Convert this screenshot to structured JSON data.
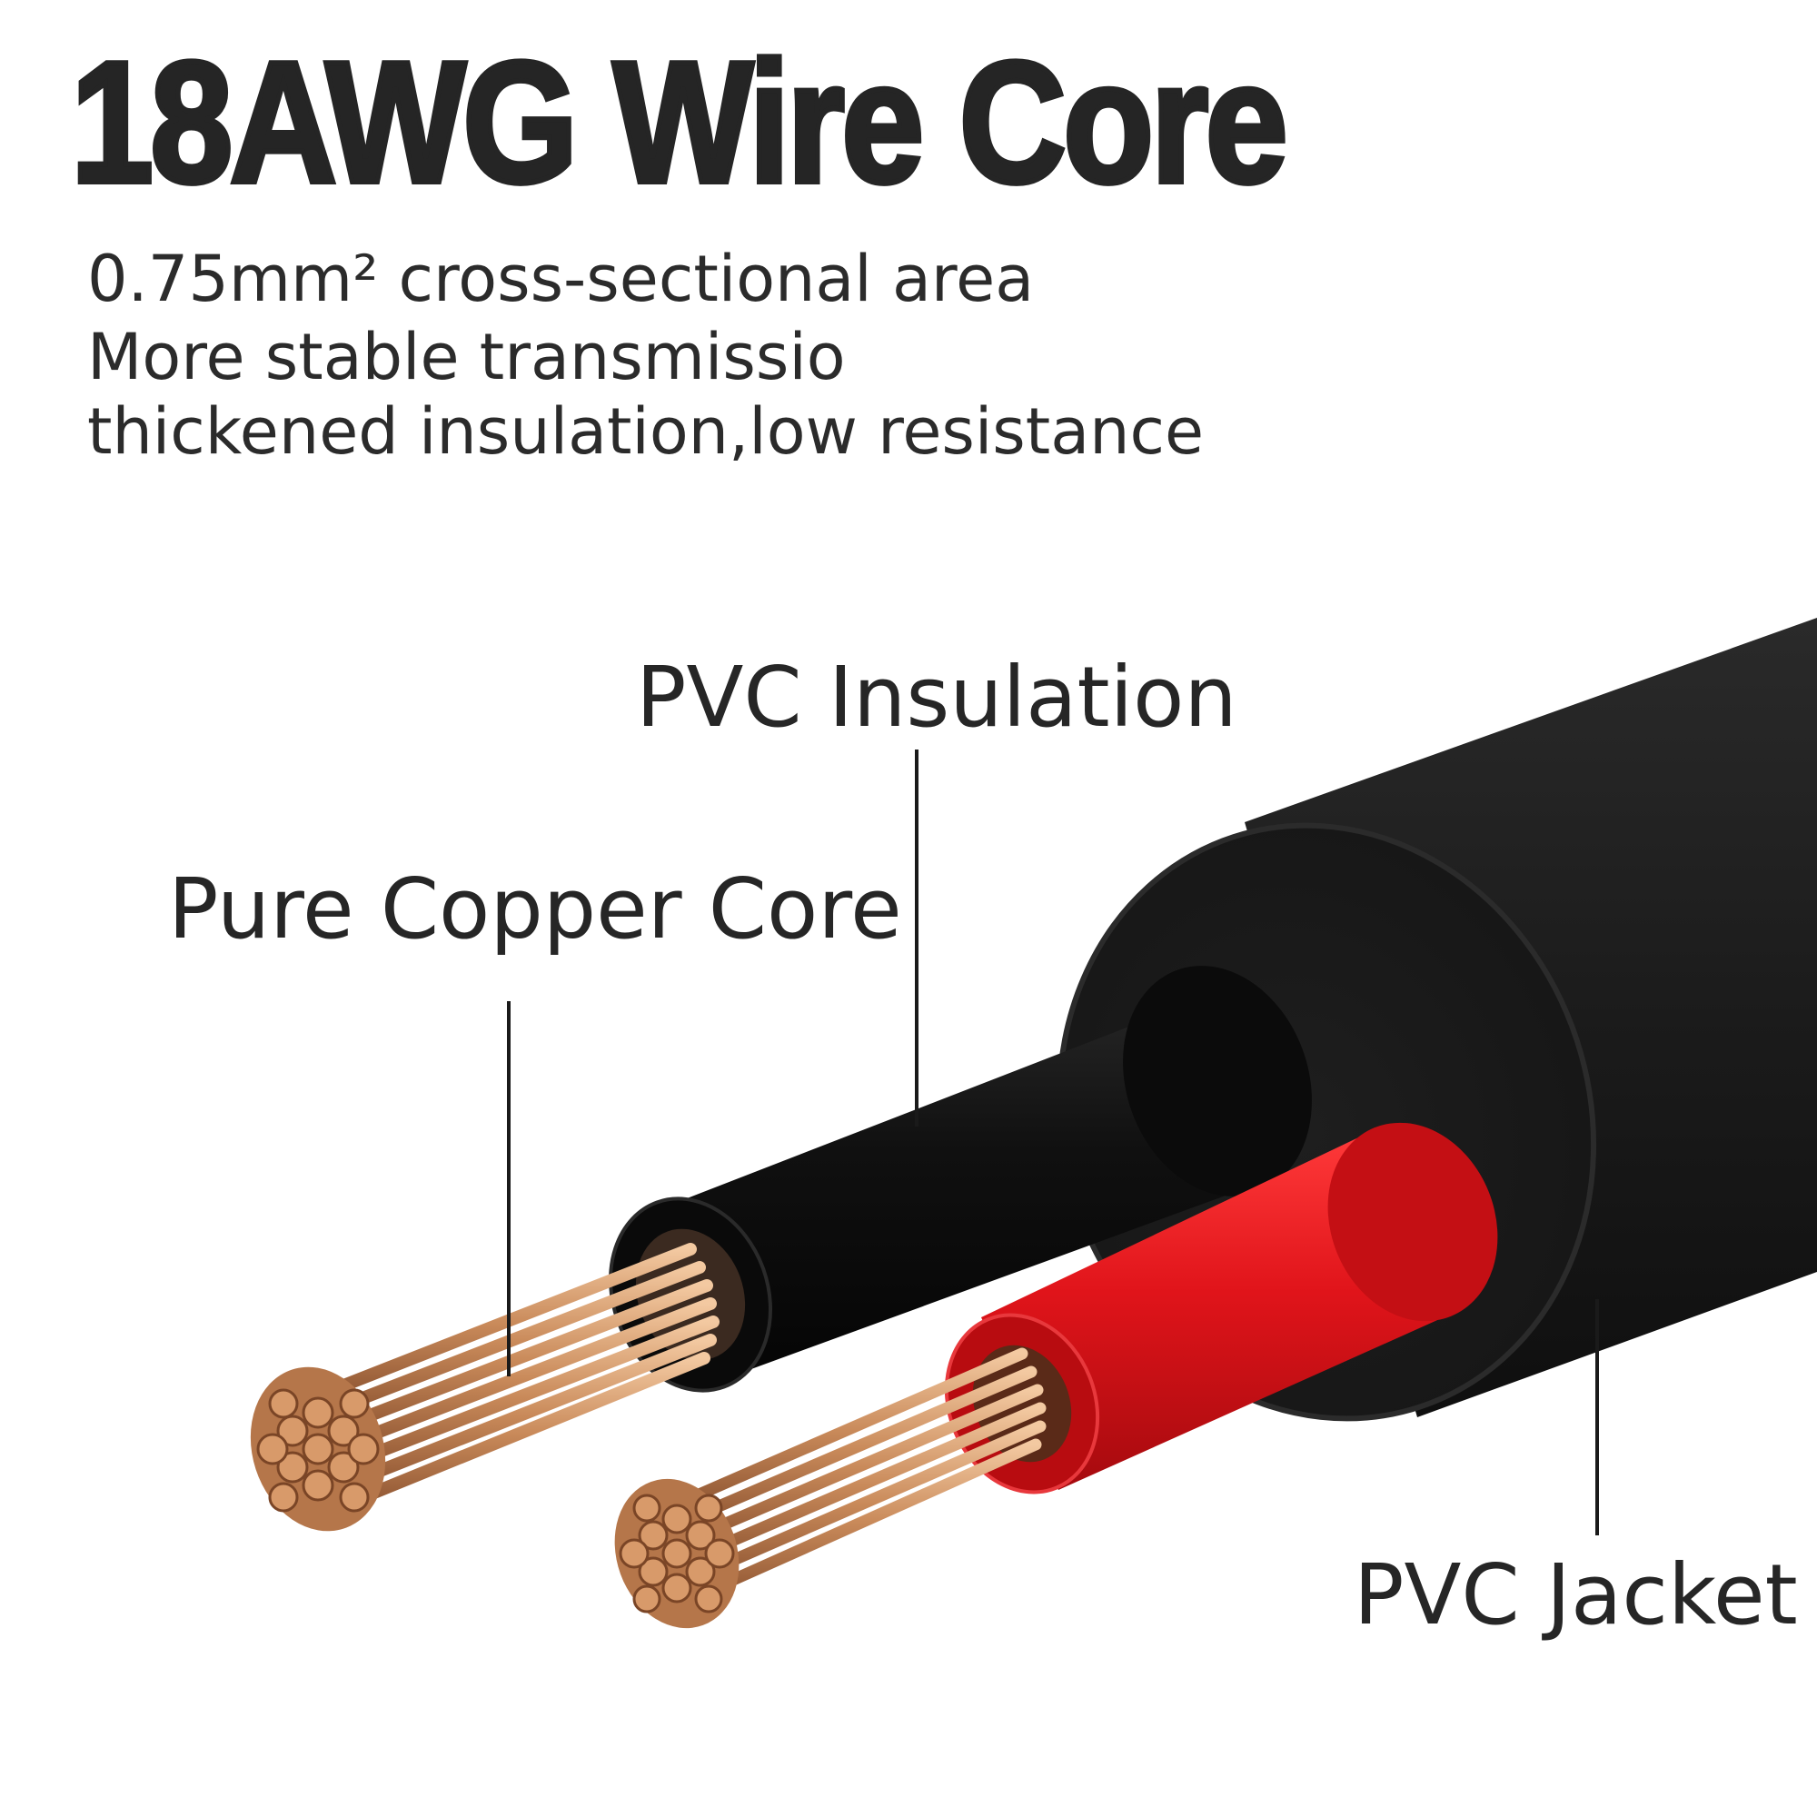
{
  "title": "18AWG Wire Core",
  "subtitle_lines": [
    "0.75mm² cross-sectional area",
    "More stable transmissio",
    "thickened insulation,low resistance"
  ],
  "callouts": {
    "insulation": "PVC Insulation",
    "copper": "Pure Copper Core",
    "jacket": "PVC Jacket"
  },
  "colors": {
    "jacket": "#1a1a1a",
    "insulation_black": "#0d0d0d",
    "insulation_red": "#e0141a",
    "copper": "#c98a5a",
    "text": "#262626"
  }
}
